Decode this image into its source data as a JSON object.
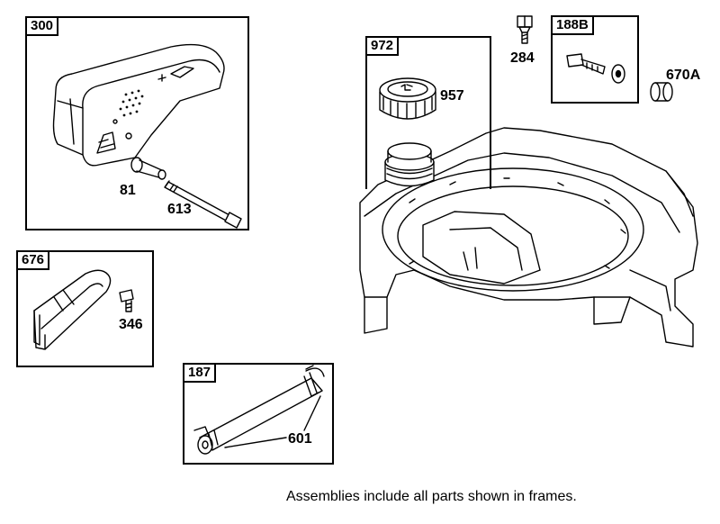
{
  "frames": {
    "f300": "300",
    "f972": "972",
    "f188b": "188B",
    "f676": "676",
    "f187": "187"
  },
  "callouts": {
    "c284": "284",
    "c957": "957",
    "c670a": "670A",
    "c81": "81",
    "c613": "613",
    "c346": "346",
    "c601": "601"
  },
  "footer_note": "Assemblies include all parts shown in frames."
}
